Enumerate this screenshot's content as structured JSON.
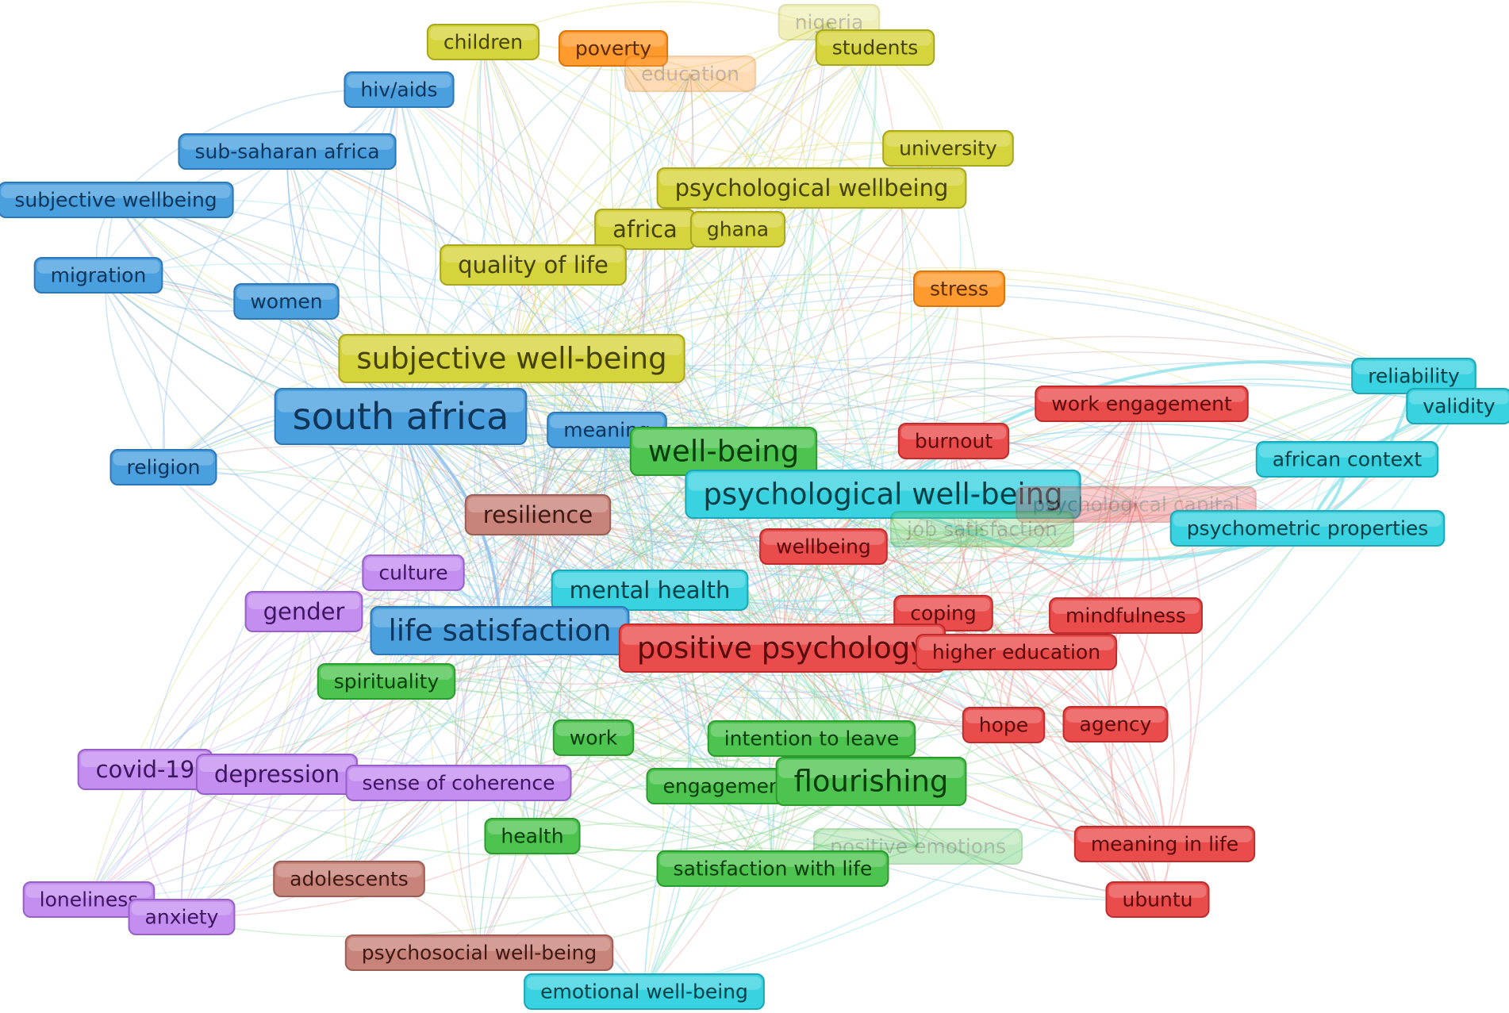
{
  "clusters": {
    "blue": {
      "fill": "#4a9fdf",
      "edge": "#2f76b4",
      "text": "#0f3558",
      "link": "#8fc0ea"
    },
    "yellow": {
      "fill": "#d6d43c",
      "edge": "#a8a520",
      "text": "#45430a",
      "link": "#e2df7e"
    },
    "orange": {
      "fill": "#ff9a2e",
      "edge": "#d87610",
      "text": "#5a2c00",
      "link": "#f9c07e"
    },
    "red": {
      "fill": "#ea4b4b",
      "edge": "#bd2d2d",
      "text": "#5a0c0c",
      "link": "#f09a9a"
    },
    "cyan": {
      "fill": "#38d2e0",
      "edge": "#1ea6b5",
      "text": "#073f46",
      "link": "#8fe3ea"
    },
    "green": {
      "fill": "#4ec450",
      "edge": "#2d9a30",
      "text": "#0b3d0c",
      "link": "#93d993"
    },
    "purple": {
      "fill": "#c48df0",
      "edge": "#9660c6",
      "text": "#3d1660",
      "link": "#d4b2f2"
    },
    "brown": {
      "fill": "#c8837a",
      "edge": "#9c5d55",
      "text": "#3e1a15",
      "link": "#d8aaa3"
    }
  },
  "nodes": [
    {
      "id": "children",
      "label": "children",
      "c": "yellow",
      "s": 1
    },
    {
      "id": "poverty",
      "label": "poverty",
      "c": "orange",
      "s": 1
    },
    {
      "id": "nigeria",
      "label": "nigeria",
      "c": "yellow",
      "s": 1,
      "faded": true
    },
    {
      "id": "students",
      "label": "students",
      "c": "yellow",
      "s": 1
    },
    {
      "id": "education",
      "label": "education",
      "c": "orange",
      "s": 1,
      "faded": true
    },
    {
      "id": "hivaids",
      "label": "hiv/aids",
      "c": "blue",
      "s": 1
    },
    {
      "id": "university",
      "label": "university",
      "c": "yellow",
      "s": 1
    },
    {
      "id": "ssa",
      "label": "sub-saharan africa",
      "c": "blue",
      "s": 1
    },
    {
      "id": "subjwellbeing",
      "label": "subjective wellbeing",
      "c": "blue",
      "s": 1
    },
    {
      "id": "psywellbeing",
      "label": "psychological wellbeing",
      "c": "yellow",
      "s": 2
    },
    {
      "id": "africa",
      "label": "africa",
      "c": "yellow",
      "s": 2
    },
    {
      "id": "ghana",
      "label": "ghana",
      "c": "yellow",
      "s": 1
    },
    {
      "id": "migration",
      "label": "migration",
      "c": "blue",
      "s": 1
    },
    {
      "id": "qol",
      "label": "quality of life",
      "c": "yellow",
      "s": 2
    },
    {
      "id": "women",
      "label": "women",
      "c": "blue",
      "s": 1
    },
    {
      "id": "stress",
      "label": "stress",
      "c": "orange",
      "s": 1
    },
    {
      "id": "swb",
      "label": "subjective well-being",
      "c": "yellow",
      "s": 3
    },
    {
      "id": "reliability",
      "label": "reliability",
      "c": "cyan",
      "s": 1
    },
    {
      "id": "workeng",
      "label": "work engagement",
      "c": "red",
      "s": 1
    },
    {
      "id": "validity",
      "label": "validity",
      "c": "cyan",
      "s": 1
    },
    {
      "id": "southafrica",
      "label": "south africa",
      "c": "blue",
      "s": 4
    },
    {
      "id": "meaning",
      "label": "meaning",
      "c": "blue",
      "s": 1
    },
    {
      "id": "burnout",
      "label": "burnout",
      "c": "red",
      "s": 1
    },
    {
      "id": "wellbeing_g",
      "label": "well-being",
      "c": "green",
      "s": 3
    },
    {
      "id": "religion",
      "label": "religion",
      "c": "blue",
      "s": 1
    },
    {
      "id": "africancontext",
      "label": "african context",
      "c": "cyan",
      "s": 1
    },
    {
      "id": "pwb",
      "label": "psychological well-being",
      "c": "cyan",
      "s": 3
    },
    {
      "id": "psycap",
      "label": "psychological capital",
      "c": "red",
      "s": 1,
      "faded": true
    },
    {
      "id": "resilience",
      "label": "resilience",
      "c": "brown",
      "s": 2
    },
    {
      "id": "jobsat",
      "label": "job satisfaction",
      "c": "green",
      "s": 1,
      "faded": true
    },
    {
      "id": "psychometric",
      "label": "psychometric properties",
      "c": "cyan",
      "s": 1
    },
    {
      "id": "wellbeing_r",
      "label": "wellbeing",
      "c": "red",
      "s": 1
    },
    {
      "id": "culture",
      "label": "culture",
      "c": "purple",
      "s": 1
    },
    {
      "id": "mentalhealth",
      "label": "mental health",
      "c": "cyan",
      "s": 2
    },
    {
      "id": "gender",
      "label": "gender",
      "c": "purple",
      "s": 2
    },
    {
      "id": "coping",
      "label": "coping",
      "c": "red",
      "s": 1
    },
    {
      "id": "mindfulness",
      "label": "mindfulness",
      "c": "red",
      "s": 1
    },
    {
      "id": "lifesat",
      "label": "life satisfaction",
      "c": "blue",
      "s": 3
    },
    {
      "id": "pospsych",
      "label": "positive psychology",
      "c": "red",
      "s": 3
    },
    {
      "id": "highered",
      "label": "higher education",
      "c": "red",
      "s": 1
    },
    {
      "id": "spirituality",
      "label": "spirituality",
      "c": "green",
      "s": 1
    },
    {
      "id": "hope",
      "label": "hope",
      "c": "red",
      "s": 1
    },
    {
      "id": "agency",
      "label": "agency",
      "c": "red",
      "s": 1
    },
    {
      "id": "work",
      "label": "work",
      "c": "green",
      "s": 1
    },
    {
      "id": "intention",
      "label": "intention to leave",
      "c": "green",
      "s": 1
    },
    {
      "id": "covid",
      "label": "covid-19",
      "c": "purple",
      "s": 2
    },
    {
      "id": "depression",
      "label": "depression",
      "c": "purple",
      "s": 2
    },
    {
      "id": "soc",
      "label": "sense of coherence",
      "c": "purple",
      "s": 1
    },
    {
      "id": "engagement",
      "label": "engagement",
      "c": "green",
      "s": 1
    },
    {
      "id": "flourishing",
      "label": "flourishing",
      "c": "green",
      "s": 3
    },
    {
      "id": "health",
      "label": "health",
      "c": "green",
      "s": 1
    },
    {
      "id": "posemotions",
      "label": "positive emotions",
      "c": "green",
      "s": 1,
      "faded": true
    },
    {
      "id": "meaninglife",
      "label": "meaning in life",
      "c": "red",
      "s": 1
    },
    {
      "id": "satwithlife",
      "label": "satisfaction with life",
      "c": "green",
      "s": 1
    },
    {
      "id": "adolescents",
      "label": "adolescents",
      "c": "brown",
      "s": 1
    },
    {
      "id": "ubuntu",
      "label": "ubuntu",
      "c": "red",
      "s": 1
    },
    {
      "id": "loneliness",
      "label": "loneliness",
      "c": "purple",
      "s": 1
    },
    {
      "id": "anxiety",
      "label": "anxiety",
      "c": "purple",
      "s": 1
    },
    {
      "id": "psychosocial",
      "label": "psychosocial well-being",
      "c": "brown",
      "s": 1
    },
    {
      "id": "emotional",
      "label": "emotional well-being",
      "c": "cyan",
      "s": 1
    }
  ]
}
